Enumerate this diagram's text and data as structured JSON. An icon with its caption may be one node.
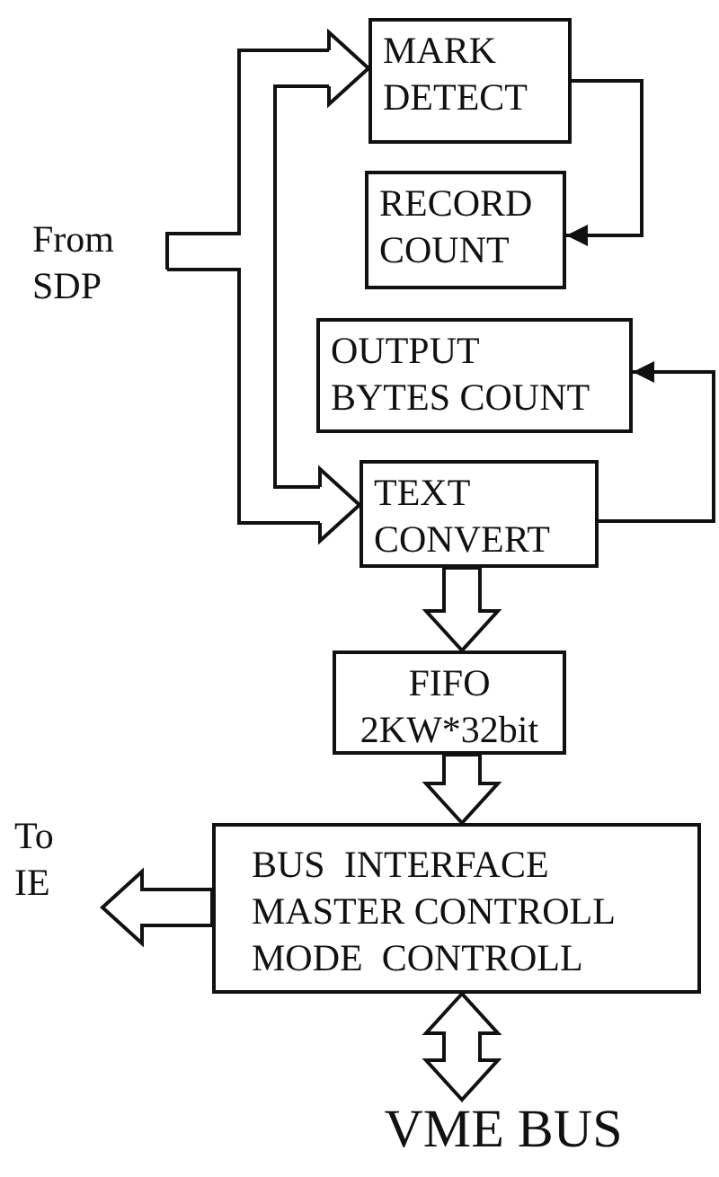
{
  "diagram": {
    "nodes": [
      {
        "text": [
          "From SDP"
        ]
      },
      {
        "text": [
          "MARK DETECT"
        ]
      },
      {
        "text": [
          "RECORD COUNT"
        ]
      },
      {
        "text": [
          "OUTPUT BYTES COUNT"
        ]
      },
      {
        "text": [
          "TEXT CONVERT"
        ]
      },
      {
        "text": [
          "FIFO 2KW*32bit"
        ]
      },
      {
        "text": [
          "BUS  INTERFACE MASTER CONTROLL MODE  CONTROLL"
        ]
      },
      {
        "text": [
          "To IE"
        ]
      },
      {
        "text": [
          "VME BUS"
        ]
      }
    ],
    "edges": [
      {
        "from": 0,
        "to": 1,
        "arrow": "to"
      },
      {
        "from": 0,
        "to": 4,
        "arrow": "to"
      },
      {
        "from": 1,
        "to": 2,
        "arrow": "to"
      },
      {
        "from": 4,
        "to": 3,
        "arrow": "to"
      },
      {
        "from": 4,
        "to": 5,
        "arrow": "to"
      },
      {
        "from": 5,
        "to": 6,
        "arrow": "to"
      },
      {
        "from": 6,
        "to": 7,
        "arrow": "to"
      },
      {
        "from": 6,
        "to": 8,
        "arrow": "both"
      }
    ]
  }
}
